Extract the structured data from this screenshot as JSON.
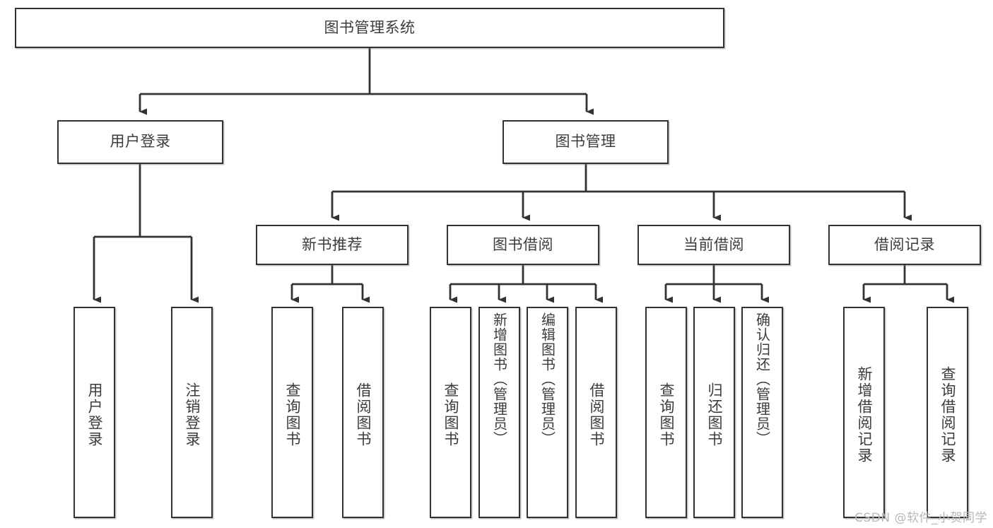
{
  "diagram": {
    "title": "图书管理系统",
    "watermark": "CSDN @软件_小贺同学",
    "style": {
      "box_stroke": "#333333",
      "box_fill": "#ffffff",
      "text_color": "#3c3c3c",
      "line_color": "#333333",
      "watermark_color": "#b8b8b8",
      "background": "#ffffff"
    },
    "levels": {
      "root": {
        "label": "图书管理系统"
      },
      "level1": [
        {
          "id": "user-login",
          "label": "用户登录"
        },
        {
          "id": "book-management",
          "label": "图书管理"
        }
      ],
      "level2": [
        {
          "id": "new-book-recommend",
          "label": "新书推荐",
          "parent": "book-management"
        },
        {
          "id": "book-borrow",
          "label": "图书借阅",
          "parent": "book-management"
        },
        {
          "id": "current-borrow",
          "label": "当前借阅",
          "parent": "book-management"
        },
        {
          "id": "borrow-record",
          "label": "借阅记录",
          "parent": "book-management"
        }
      ],
      "leaves": [
        {
          "id": "leaf-user-login",
          "label": "用户登录",
          "parent": "user-login"
        },
        {
          "id": "leaf-user-logout",
          "label": "注销登录",
          "parent": "user-login"
        },
        {
          "id": "leaf-query-book-1",
          "label": "查询图书",
          "parent": "new-book-recommend"
        },
        {
          "id": "leaf-borrow-book-1",
          "label": "借阅图书",
          "parent": "new-book-recommend"
        },
        {
          "id": "leaf-query-book-2",
          "label": "查询图书",
          "parent": "book-borrow"
        },
        {
          "id": "leaf-add-book",
          "label": "新增图书（管理员）",
          "parent": "book-borrow"
        },
        {
          "id": "leaf-edit-book",
          "label": "编辑图书（管理员）",
          "parent": "book-borrow"
        },
        {
          "id": "leaf-borrow-book-2",
          "label": "借阅图书",
          "parent": "book-borrow"
        },
        {
          "id": "leaf-query-book-3",
          "label": "查询图书",
          "parent": "current-borrow"
        },
        {
          "id": "leaf-return-book",
          "label": "归还图书",
          "parent": "current-borrow"
        },
        {
          "id": "leaf-confirm-return",
          "label": "确认归还（管理员）",
          "parent": "current-borrow"
        },
        {
          "id": "leaf-add-record",
          "label": "新增借阅记录",
          "parent": "borrow-record"
        },
        {
          "id": "leaf-query-record",
          "label": "查询借阅记录",
          "parent": "borrow-record"
        }
      ]
    }
  }
}
